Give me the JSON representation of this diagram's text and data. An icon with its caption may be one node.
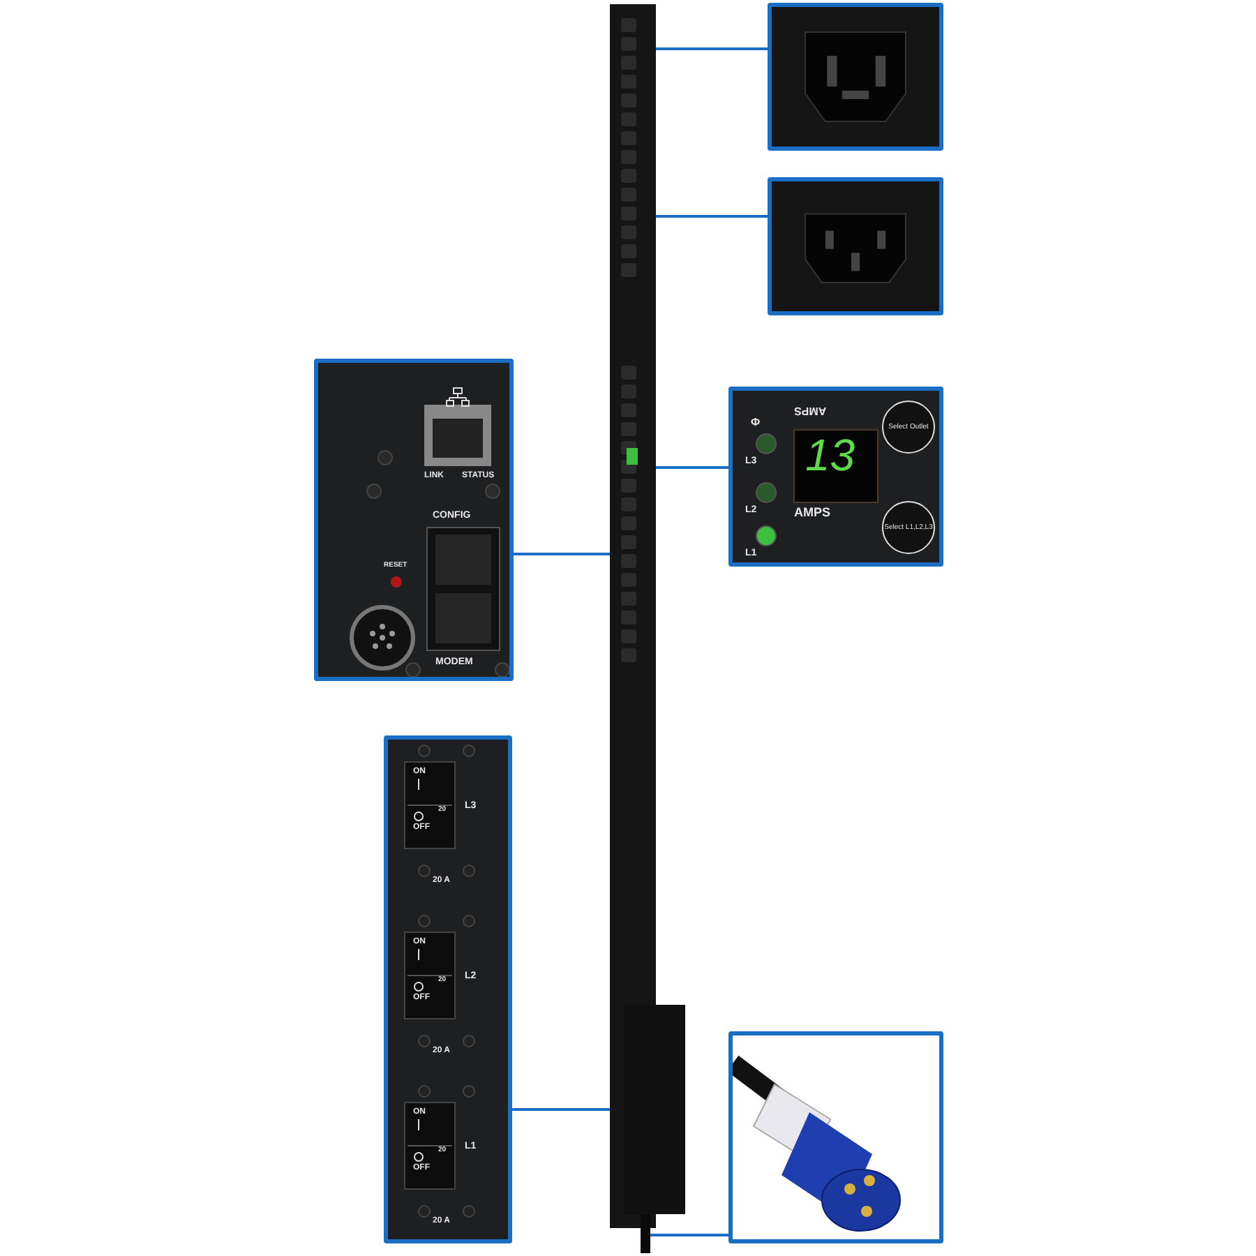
{
  "diagram": {
    "nodes": [
      {
        "text": [],
        "shape": "picture"
      },
      {
        "text": [],
        "shape": "picture"
      },
      {
        "text": [],
        "shape": "picture"
      },
      {
        "text": [
          "LINK",
          "STATUS",
          "CONFIG",
          "RESET",
          "MODEM"
        ]
      },
      {
        "text": [
          "Φ",
          "AMPS",
          "13",
          "AMPS",
          "L3",
          "L2",
          "L1"
        ]
      },
      {
        "text": [
          "Select Outlet"
        ],
        "in": 4
      },
      {
        "text": [
          "Select L1,L2,L3"
        ],
        "in": 4
      },
      {
        "text": [
          "ON",
          "20",
          "OFF",
          "L3",
          "20 A",
          "ON",
          "20",
          "OFF",
          "L2",
          "20 A",
          "ON",
          "20",
          "OFF",
          "L1",
          "20 A"
        ]
      },
      {
        "text": [],
        "shape": "picture"
      }
    ],
    "edges": [
      {
        "from": 1,
        "to": 0,
        "arrow": "none"
      },
      {
        "from": 2,
        "to": 0,
        "arrow": "none"
      },
      {
        "from": 3,
        "to": 0,
        "arrow": "none"
      },
      {
        "from": 4,
        "to": 0,
        "arrow": "none"
      },
      {
        "from": 7,
        "to": 0,
        "arrow": "none"
      },
      {
        "from": 8,
        "to": 0,
        "arrow": "none"
      }
    ]
  }
}
